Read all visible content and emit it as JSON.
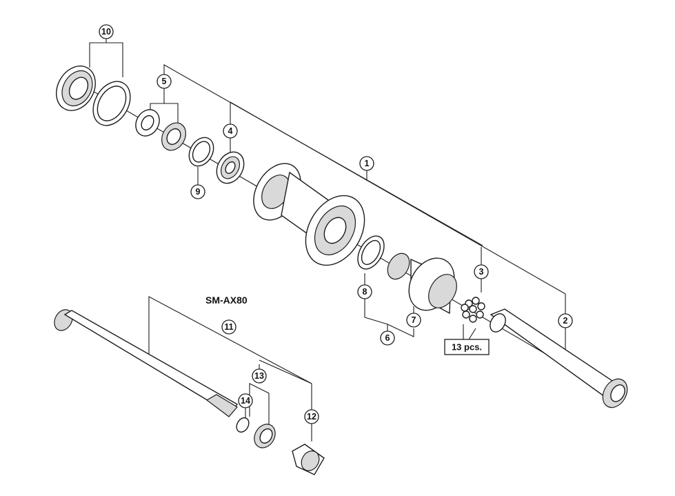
{
  "model_label": "SM-AX80",
  "quantity_label": "13 pcs.",
  "callouts": [
    "1",
    "2",
    "3",
    "4",
    "5",
    "6",
    "7",
    "8",
    "9",
    "10",
    "11",
    "12",
    "13",
    "14"
  ]
}
